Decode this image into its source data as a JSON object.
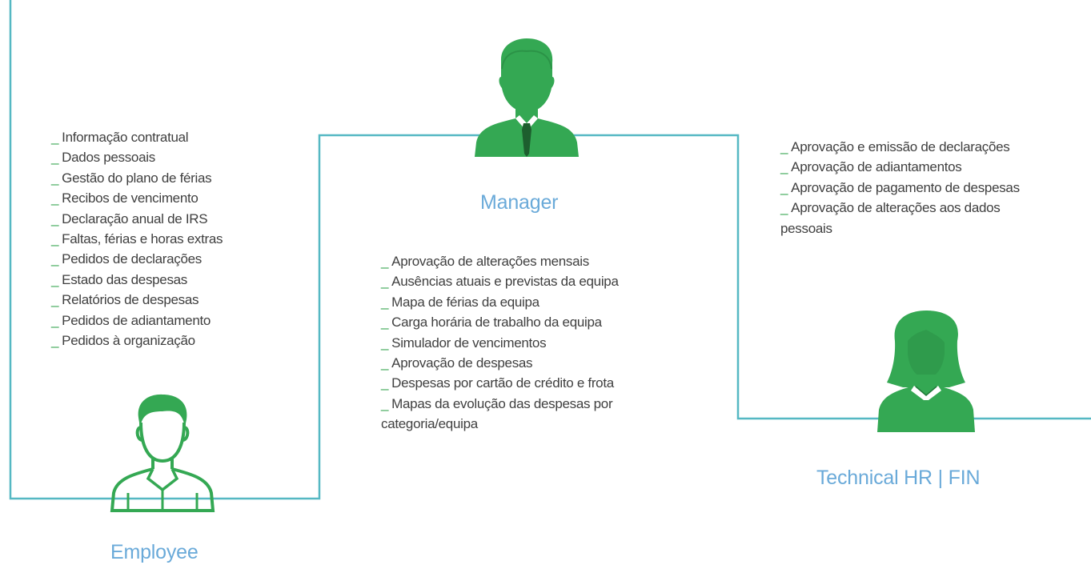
{
  "colors": {
    "connector": "#55b8c3",
    "avatar_fill": "#34a853",
    "avatar_dark": "#217a3a",
    "role_label": "#6aaad9",
    "bullet": "#2fa24a",
    "text": "#404040"
  },
  "employee": {
    "label": "Employee",
    "icon": "male-user-outline-icon",
    "items": [
      "Informação contratual",
      "Dados pessoais",
      "Gestão do plano de férias",
      "Recibos de vencimento",
      "Declaração anual de IRS",
      "Faltas, férias e horas extras",
      "Pedidos de declarações",
      "Estado das despesas",
      "Relatórios de despesas",
      "Pedidos de adiantamento",
      "Pedidos à organização"
    ]
  },
  "manager": {
    "label": "Manager",
    "icon": "male-user-tie-icon",
    "items": [
      "Aprovação de alterações mensais",
      "Ausências atuais e previstas da equipa",
      "Mapa de férias da equipa",
      "Carga horária de trabalho da equipa",
      "Simulador de vencimentos",
      "Aprovação de despesas",
      "Despesas por cartão de crédito e frota",
      "Mapas da evolução das despesas por",
      "categoria/equipa"
    ]
  },
  "technical": {
    "label": "Technical HR | FIN",
    "icon": "female-user-icon",
    "items": [
      "Aprovação e emissão de declarações",
      "Aprovação de adiantamentos",
      "Aprovação de pagamento de despesas",
      "Aprovação de alterações aos dados",
      "pessoais"
    ]
  }
}
